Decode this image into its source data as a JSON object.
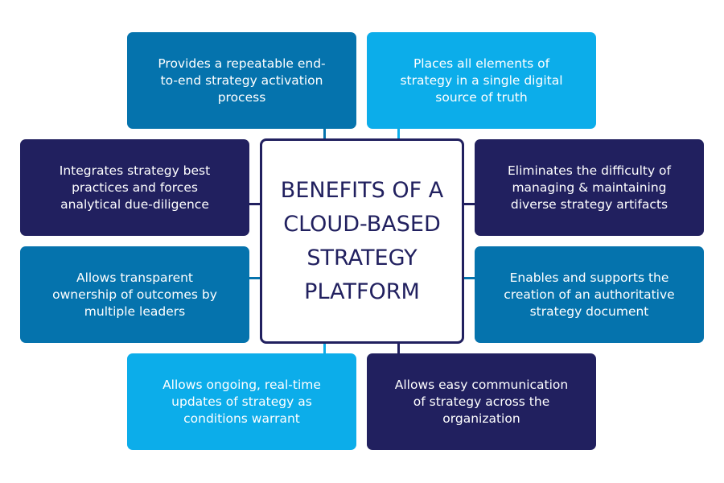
{
  "title": "BENEFITS OF A CLOUD-BASED STRATEGY PLATFORM",
  "benefits": [
    "Provides a repeatable end-to-end strategy activation process",
    "Places all elements of strategy in a single digital source of truth",
    "Integrates strategy best practices and forces analytical due-diligence",
    "Eliminates the difficulty of managing & maintaining diverse strategy artifacts",
    "Allows transparent ownership of outcomes by multiple leaders",
    "Enables and supports the creation of an authoritative strategy document",
    "Allows ongoing, real-time updates of strategy as conditions warrant",
    "Allows easy communication of strategy across the organization"
  ],
  "colors": {
    "medium": "#0573ad",
    "light": "#0cadea",
    "navy": "#21205f"
  }
}
